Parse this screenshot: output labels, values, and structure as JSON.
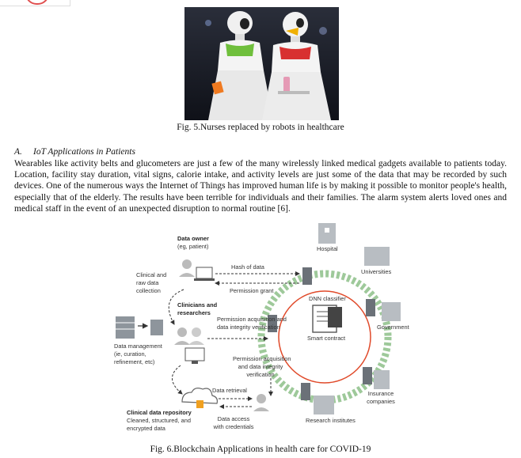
{
  "figures": [
    {
      "caption": "Fig. 5.Nurses replaced by robots in healthcare"
    },
    {
      "caption": "Fig. 6.Blockchain Applications in health care for COVID-19"
    }
  ],
  "section": {
    "number": "A.",
    "title": "IoT Applications in Patients",
    "paragraph": "Wearables like activity belts and glucometers are just a few of the many wirelessly linked medical gadgets available to patients today. Location, facility stay duration, vital signs, calorie intake, and activity levels are just some of the data that may be recorded by such devices. One of the numerous ways the Internet of Things has improved human life is by making it possible to monitor people's health, especially that of the elderly. The results have been terrible for individuals and their families. The alarm system alerts loved ones and medical staff in the event of an unexpected disruption to normal routine [6]."
  },
  "diagram": {
    "data_owner": "Data owner",
    "data_owner_sub": "(eg, patient)",
    "clinical_raw_1": "Clinical and",
    "clinical_raw_2": "raw data",
    "clinical_raw_3": "collection",
    "hash_of_data": "Hash of data",
    "permission_grant": "Permission grant",
    "clinicians_1": "Clinicians and",
    "clinicians_2": "researchers",
    "perm_acq_1": "Permission acquisition and",
    "perm_acq_2": "data integrity verification",
    "perm_acq2_1": "Permission acquisition",
    "perm_acq2_2": "and data integrity",
    "perm_acq2_3": "verification",
    "data_mgmt_1": "Data management",
    "data_mgmt_2": "(ie, curation,",
    "data_mgmt_3": "refinement, etc)",
    "data_retrieval": "Data retrieval",
    "data_access_1": "Data access",
    "data_access_2": "with credentials",
    "repo_title": "Clinical data repository",
    "repo_1": "Cleaned, structured, and",
    "repo_2": "encrypted data",
    "hospital": "Hospital",
    "universities": "Universities",
    "government": "Government",
    "insurance_1": "Insurance",
    "insurance_2": "companies",
    "research": "Research institutes",
    "dnn": "DNN classifier",
    "smart_contract": "Smart contract"
  }
}
